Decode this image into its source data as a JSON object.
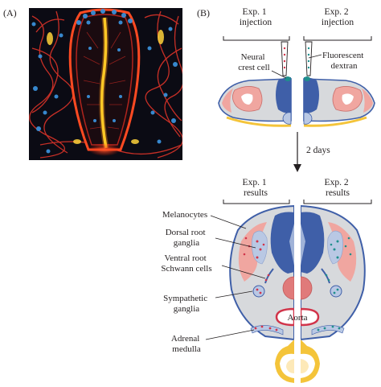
{
  "panel_a": {
    "label": "(A)"
  },
  "panel_b": {
    "label": "(B)",
    "exp1_injection": [
      "Exp. 1",
      "injection"
    ],
    "exp2_injection": [
      "Exp. 2",
      "injection"
    ],
    "neural_crest_cell": [
      "Neural",
      "crest cell"
    ],
    "fluorescent_dextran": [
      "Fluorescent",
      "dextran"
    ],
    "time_label": "2 days",
    "exp1_results": [
      "Exp. 1",
      "results"
    ],
    "exp2_results": [
      "Exp. 2",
      "results"
    ],
    "melanocytes": "Melanocytes",
    "dorsal_root_ganglia": [
      "Dorsal root",
      "ganglia"
    ],
    "ventral_root_schwann": [
      "Ventral root",
      "Schwann cells"
    ],
    "sympathetic_ganglia": [
      "Sympathetic",
      "ganglia"
    ],
    "aorta": "Aorta",
    "adrenal_medulla": [
      "Adrenal",
      "medulla"
    ]
  },
  "colors": {
    "pink_tissue": "#f0a6a0",
    "gray_body": "#d7d9dc",
    "blue_tube": "#3f5fa8",
    "light_blue": "#b9c8e4",
    "yellow_border": "#f4c43a",
    "red_dots": "#d1344a",
    "teal_dots": "#1f8f8c",
    "micrograph_bg": "#0b0b14"
  }
}
